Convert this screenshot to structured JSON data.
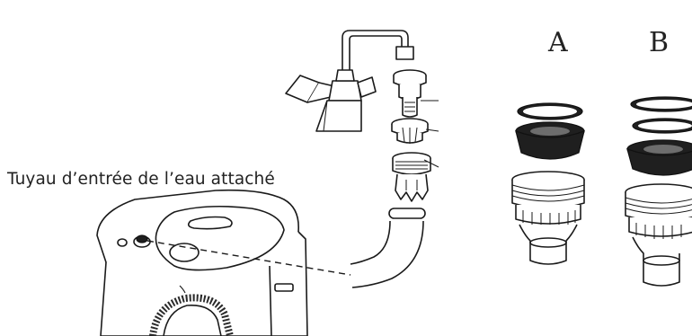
{
  "caption": "Tuyau d’entrée de l’eau attaché",
  "adapter_labels": [
    "A",
    "B"
  ]
}
